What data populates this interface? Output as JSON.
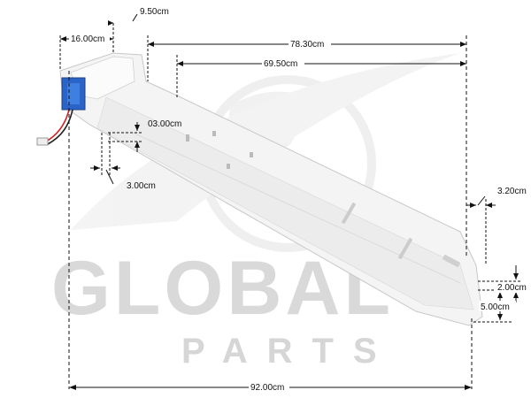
{
  "watermark": {
    "brand": "GLOBAL",
    "sub": "PARTS"
  },
  "dimensions": {
    "d_9_50": "9.50cm",
    "d_16_00": "16.00cm",
    "d_78_30": "78.30cm",
    "d_69_50": "69.50cm",
    "d_03_00": "03.00cm",
    "d_3_00": "3.00cm",
    "d_3_20": "3.20cm",
    "d_2_00": "2.00cm",
    "d_5_00": "5.00cm",
    "d_92_00": "92.00cm"
  },
  "colors": {
    "part": "#f3f3f3",
    "part_edge": "#c9c9c9",
    "battery": "#2a64c8",
    "wire_red": "#d42020",
    "dim_line": "#111111"
  }
}
